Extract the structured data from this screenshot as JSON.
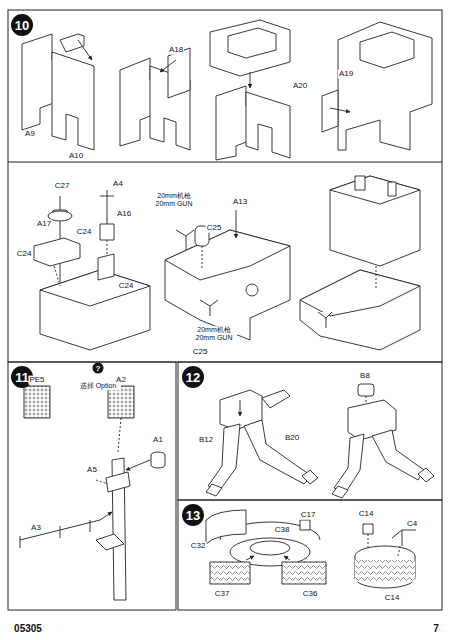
{
  "diagram": {
    "nodes": [
      {
        "text": [
          "10"
        ]
      },
      {
        "text": [
          "11"
        ]
      },
      {
        "text": [
          "?"
        ]
      },
      {
        "text": [
          "12"
        ]
      },
      {
        "text": [
          "13"
        ]
      }
    ],
    "labels": [
      "A9",
      "A10",
      "A18",
      "A20",
      "A19",
      "C27",
      "A4",
      "A17",
      "A16",
      "C24",
      "C24",
      "C24",
      "20mm机枪 20mm GUN",
      "C25",
      "A13",
      "20mm机枪 20mm GUN",
      "C25",
      "PE5",
      "选择 Option",
      "A2",
      "A1",
      "A5",
      "A3",
      "B12",
      "B20",
      "B8",
      "C17",
      "C32",
      "C38",
      "C37",
      "C36",
      "C14",
      "C4",
      "C14",
      "05305",
      "7"
    ]
  }
}
